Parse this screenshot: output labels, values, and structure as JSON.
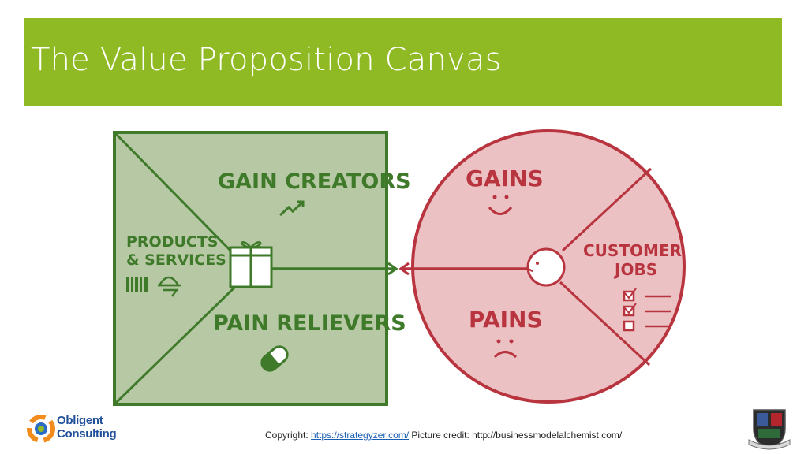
{
  "slide": {
    "title": "The Value Proposition Canvas"
  },
  "value_map": {
    "gain_creators": "GAIN CREATORS",
    "products_line1": "PRODUCTS",
    "products_line2": "& SERVICES",
    "pain_relievers": "PAIN RELIEVERS",
    "fill_color": "#b7c8a4",
    "stroke_color": "#3e7a2a"
  },
  "customer_profile": {
    "gains": "GAINS",
    "customer_line1": "CUSTOMER",
    "customer_line2": "JOBS",
    "pains": "PAINS",
    "fill_color": "#ecc1c4",
    "stroke_color": "#b8353f"
  },
  "footer": {
    "copyright_label": "Copyright: ",
    "copyright_link": "https://strategyzer.com/",
    "credit": " Picture credit: http://businessmodelalchemist.com/"
  },
  "logo": {
    "line1": "Obligent",
    "line2": "Consulting"
  },
  "colors": {
    "title_bar": "#8fba23"
  }
}
